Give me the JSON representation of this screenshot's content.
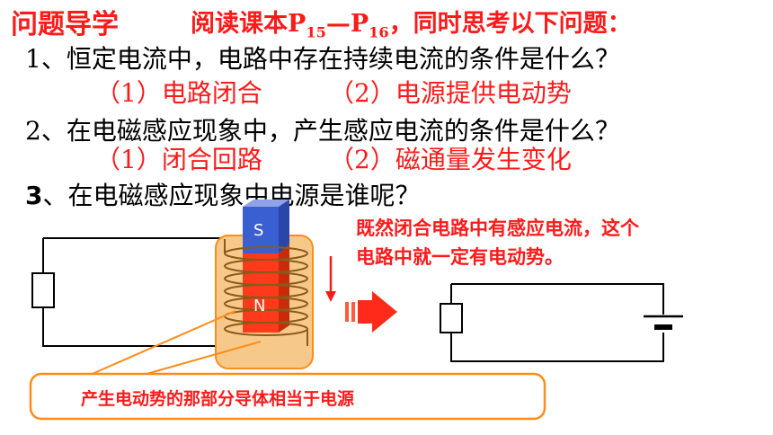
{
  "header": {
    "title": "问题导学",
    "instruction_prefix": "阅读课本P",
    "sub1": "15",
    "dash": "—P",
    "sub2": "16",
    "instruction_suffix": "，同时思考以下问题："
  },
  "questions": [
    {
      "text": "1、恒定电流中，电路中存在持续电流的条件是什么？",
      "ans1": "（1）电路闭合",
      "ans2": "（2）电源提供电动势"
    },
    {
      "text": "2、在电磁感应现象中，产生感应电流的条件是什么？",
      "ans1": "（1）闭合回路",
      "ans2": "（2）磁通量发生变化"
    },
    {
      "num": "3",
      "text": "、在电磁感应现象中电源是谁呢？"
    }
  ],
  "diagram": {
    "magnet_s": "S",
    "magnet_n": "N",
    "note_line1": "既然闭合电路中有感应电流，这个",
    "note_line2": "电路中就一定有电动势。",
    "callout": "产生电动势的那部分导体相当于电源",
    "colors": {
      "accent_red": "#ff1a1a",
      "orange": "#ff8c1a",
      "magnet_blue": "#3a5fd0",
      "magnet_red": "#ff3a1a",
      "highlight": "#f6c98a"
    }
  }
}
